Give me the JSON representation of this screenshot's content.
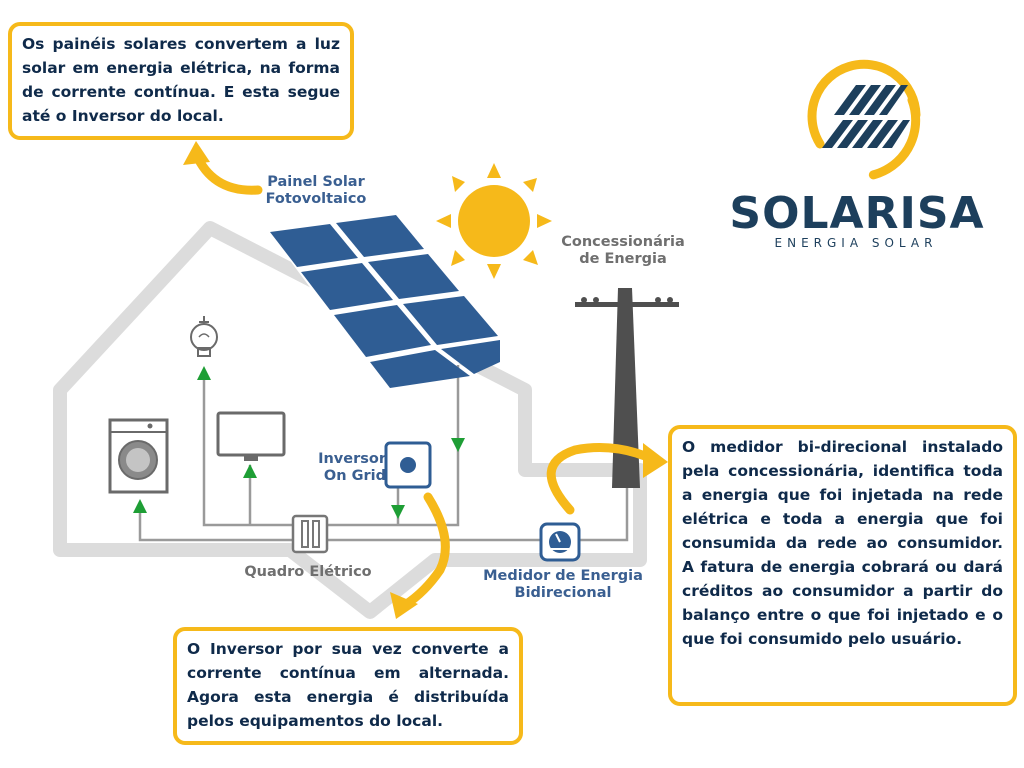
{
  "callouts": {
    "panel": "Os painéis solares convertem a luz solar em energia elétrica, na forma de corrente contínua. E esta segue até o Inversor do local.",
    "inverter": "O Inversor por sua vez converte a corrente contínua em alternada. Agora esta energia é distribuída pelos equipamentos do local.",
    "meter": "O medidor bi-direcional instalado pela concessionária, identifica toda a energia que foi injetada na rede elétrica e toda a energia que foi consumida da rede ao consumidor. A fatura de energia cobrará ou dará créditos ao consumidor a partir do balanço entre o que foi injetado e o que foi consumido pelo usuário."
  },
  "labels": {
    "panel_line1": "Painel Solar",
    "panel_line2": "Fotovoltaico",
    "utility_line1": "Concessionária",
    "utility_line2": "de Energia",
    "inverter_line1": "Inversor",
    "inverter_line2": "On Grid",
    "switchboard": "Quadro Elétrico",
    "meter_line1": "Medidor de Energia",
    "meter_line2": "Bidirecional"
  },
  "logo": {
    "name": "SOLARISA",
    "tagline": "ENERGIA SOLAR"
  },
  "colors": {
    "accent": "#f6b91a",
    "text_dark": "#0f2a4a",
    "label_blue": "#3a5f91",
    "panel_blue": "#2f5d94",
    "flow_green": "#1e9e35",
    "house_gray": "#dcdcdc"
  }
}
